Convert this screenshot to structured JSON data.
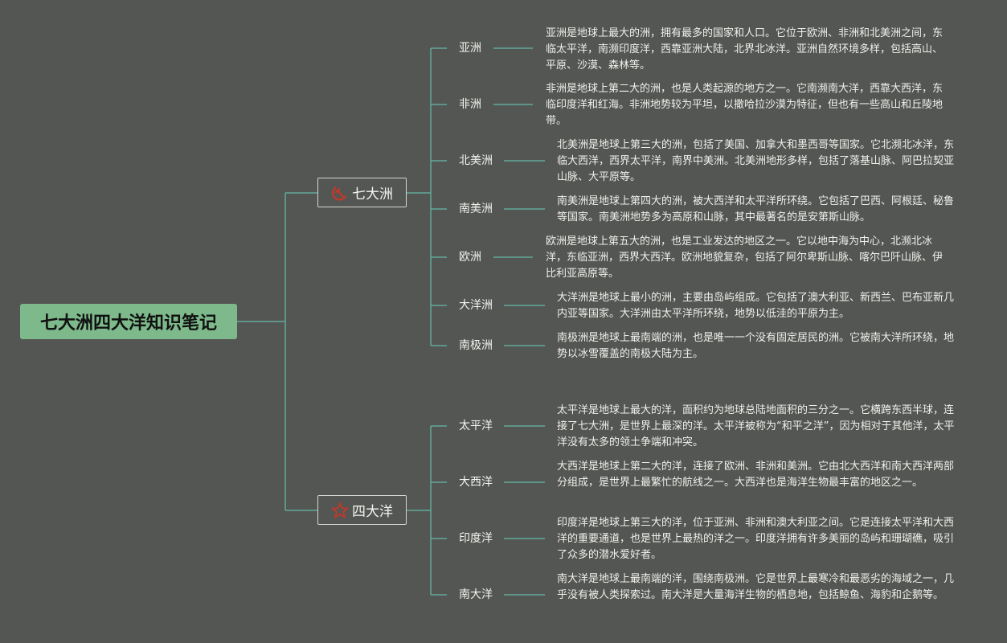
{
  "root": {
    "title": "七大洲四大洋知识笔记"
  },
  "colors": {
    "line": "#62a99a",
    "root_bg": "#7db98a",
    "background": "#545653",
    "icon_red": "#c0392b"
  },
  "branches": [
    {
      "label": "七大洲",
      "icon": "hammer-sickle-icon",
      "children": [
        {
          "label": "亚洲",
          "text": "亚洲是地球上最大的洲，拥有最多的国家和人口。它位于欧洲、非洲和北美洲之间，东临太平洋，南濒印度洋，西靠亚洲大陆，北界北冰洋。亚洲自然环境多样，包括高山、平原、沙漠、森林等。"
        },
        {
          "label": "非洲",
          "text": "非洲是地球上第二大的洲，也是人类起源的地方之一。它南濒南大洋，西靠大西洋，东临印度洋和红海。非洲地势较为平坦，以撒哈拉沙漠为特征，但也有一些高山和丘陵地带。"
        },
        {
          "label": "北美洲",
          "text": "北美洲是地球上第三大的洲，包括了美国、加拿大和墨西哥等国家。它北濒北冰洋，东临大西洋，西界太平洋，南界中美洲。北美洲地形多样，包括了落基山脉、阿巴拉契亚山脉、大平原等。"
        },
        {
          "label": "南美洲",
          "text": "南美洲是地球上第四大的洲，被大西洋和太平洋所环绕。它包括了巴西、阿根廷、秘鲁等国家。南美洲地势多为高原和山脉，其中最著名的是安第斯山脉。"
        },
        {
          "label": "欧洲",
          "text": "欧洲是地球上第五大的洲，也是工业发达的地区之一。它以地中海为中心，北濒北冰洋，东临亚洲，西界大西洋。欧洲地貌复杂，包括了阿尔卑斯山脉、喀尔巴阡山脉、伊比利亚高原等。"
        },
        {
          "label": "大洋洲",
          "text": "大洋洲是地球上最小的洲，主要由岛屿组成。它包括了澳大利亚、新西兰、巴布亚新几内亚等国家。大洋洲由太平洋所环绕，地势以低洼的平原为主。"
        },
        {
          "label": "南极洲",
          "text": "南极洲是地球上最南端的洲，也是唯一一个没有固定居民的洲。它被南大洋所环绕，地势以冰雪覆盖的南极大陆为主。"
        }
      ]
    },
    {
      "label": "四大洋",
      "icon": "star-icon",
      "children": [
        {
          "label": "太平洋",
          "text": "太平洋是地球上最大的洋，面积约为地球总陆地面积的三分之一。它横跨东西半球，连接了七大洲，是世界上最深的洋。太平洋被称为“和平之洋”，因为相对于其他洋，太平洋没有太多的领土争端和冲突。"
        },
        {
          "label": "大西洋",
          "text": "大西洋是地球上第二大的洋，连接了欧洲、非洲和美洲。它由北大西洋和南大西洋两部分组成，是世界上最繁忙的航线之一。大西洋也是海洋生物最丰富的地区之一。"
        },
        {
          "label": "印度洋",
          "text": "印度洋是地球上第三大的洋，位于亚洲、非洲和澳大利亚之间。它是连接太平洋和大西洋的重要通道，也是世界上最热的洋之一。印度洋拥有许多美丽的岛屿和珊瑚礁，吸引了众多的潜水爱好者。"
        },
        {
          "label": "南大洋",
          "text": "南大洋是地球上最南端的洋，围绕南极洲。它是世界上最寒冷和最恶劣的海域之一，几乎没有被人类探索过。南大洋是大量海洋生物的栖息地，包括鲸鱼、海豹和企鹅等。"
        }
      ]
    }
  ]
}
